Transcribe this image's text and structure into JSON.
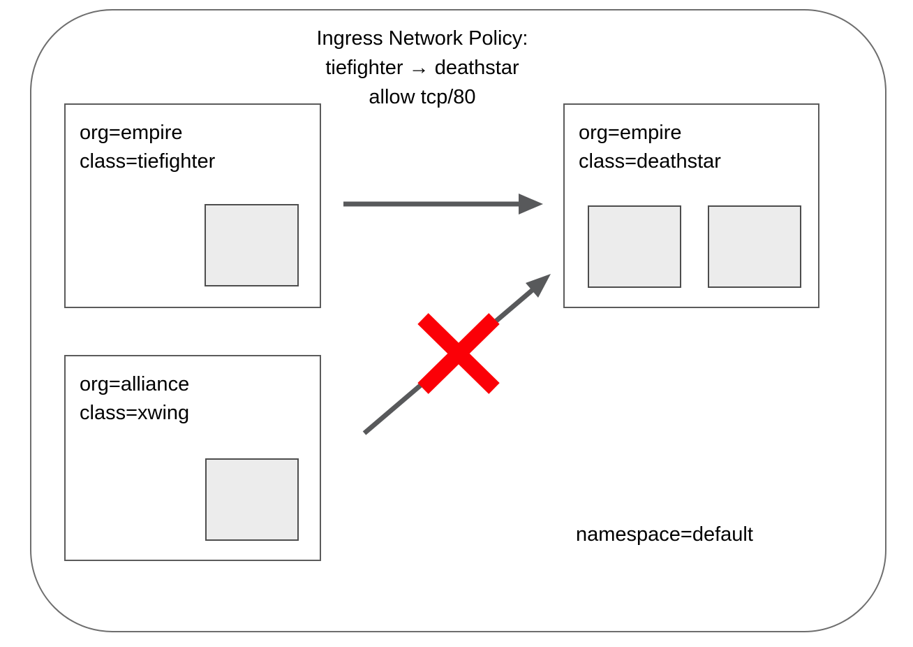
{
  "diagram": {
    "title_lines": [
      "Ingress Network Policy:",
      "tiefighter → deathstar",
      "allow tcp/80"
    ],
    "namespace_label": "namespace=default",
    "nodes": [
      {
        "id": "tiefighter",
        "labels": [
          "org=empire",
          "class=tiefighter"
        ],
        "pod_count": 1
      },
      {
        "id": "xwing",
        "labels": [
          "org=alliance",
          "class=xwing"
        ],
        "pod_count": 1
      },
      {
        "id": "deathstar",
        "labels": [
          "org=empire",
          "class=deathstar"
        ],
        "pod_count": 2
      }
    ],
    "edges": [
      {
        "from": "tiefighter",
        "to": "deathstar",
        "allowed": true
      },
      {
        "from": "xwing",
        "to": "deathstar",
        "allowed": false
      }
    ],
    "colors": {
      "arrow": "#58595b",
      "blocked_x": "#fb0007",
      "box_border": "#5b5b5b",
      "pod_fill": "#ececec",
      "pod_border": "#4d4d4d",
      "outer_border": "#6e6e6e",
      "text": "#000000"
    }
  }
}
